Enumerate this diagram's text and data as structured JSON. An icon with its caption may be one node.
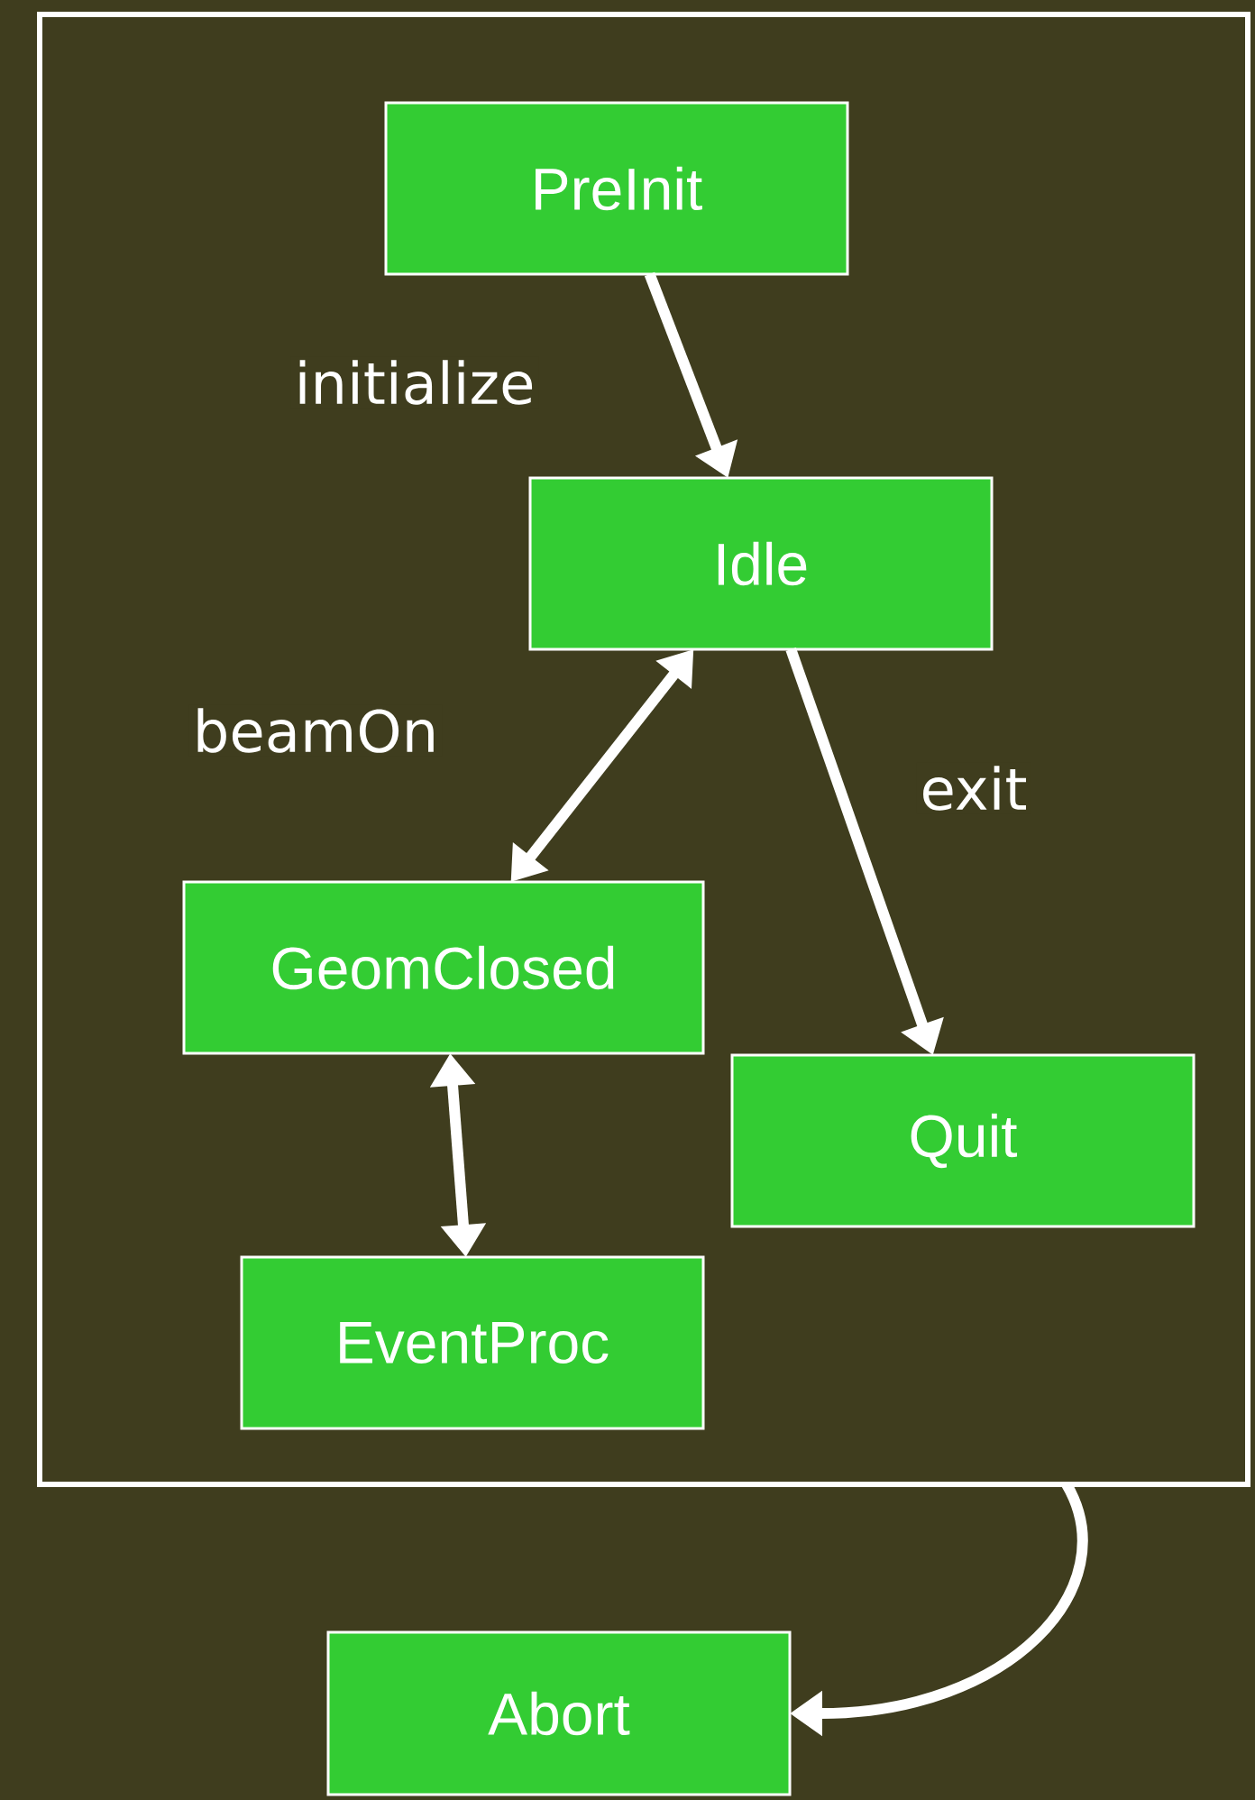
{
  "diagram": {
    "nodes": [
      {
        "text": [],
        "shape": "box"
      },
      {
        "text": [
          "PreInit"
        ],
        "in": 0
      },
      {
        "text": [
          "Idle"
        ],
        "in": 0
      },
      {
        "text": [
          "GeomClosed"
        ],
        "in": 0
      },
      {
        "text": [
          "EventProc"
        ],
        "in": 0
      },
      {
        "text": [
          "Quit"
        ],
        "in": 0
      },
      {
        "text": [
          "Abort"
        ]
      }
    ],
    "edges": [
      {
        "from": 1,
        "to": 2,
        "arrow": "to",
        "label": "initialize"
      },
      {
        "from": 2,
        "to": 3,
        "arrow": "both",
        "label": "beamOn"
      },
      {
        "from": 2,
        "to": 5,
        "arrow": "to",
        "label": "exit"
      },
      {
        "from": 3,
        "to": 4,
        "arrow": "both"
      },
      {
        "from": 0,
        "to": 6,
        "arrow": "to"
      }
    ]
  }
}
